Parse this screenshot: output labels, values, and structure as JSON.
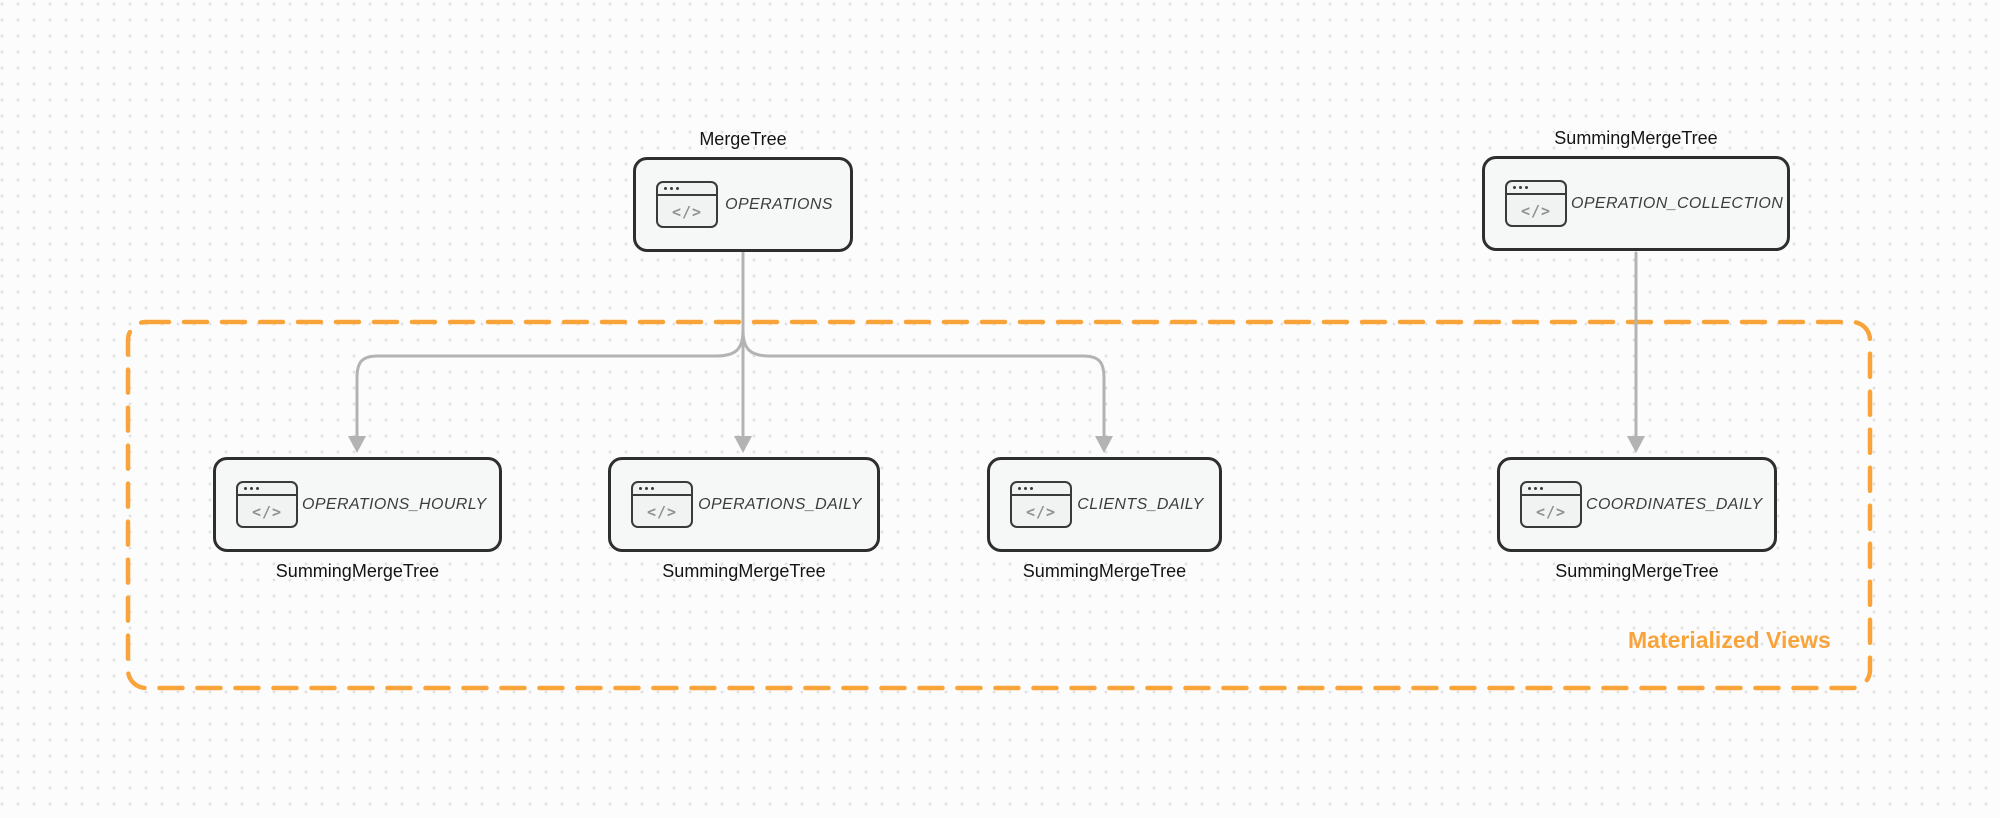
{
  "diagram": {
    "icon_glyph": "</>",
    "nodes": [
      {
        "id": "operations",
        "title": "OPERATIONS",
        "engine": "MergeTree",
        "engine_position": "above"
      },
      {
        "id": "operation_collection",
        "title": "OPERATION_COLLECTION",
        "engine": "SummingMergeTree",
        "engine_position": "above"
      },
      {
        "id": "operations_hourly",
        "title": "OPERATIONS_HOURLY",
        "engine": "SummingMergeTree",
        "engine_position": "below"
      },
      {
        "id": "operations_daily",
        "title": "OPERATIONS_DAILY",
        "engine": "SummingMergeTree",
        "engine_position": "below"
      },
      {
        "id": "clients_daily",
        "title": "CLIENTS_DAILY",
        "engine": "SummingMergeTree",
        "engine_position": "below"
      },
      {
        "id": "coordinates_daily",
        "title": "COORDINATES_DAILY",
        "engine": "SummingMergeTree",
        "engine_position": "below"
      }
    ],
    "edges": [
      {
        "from": "operations",
        "to": "operations_hourly"
      },
      {
        "from": "operations",
        "to": "operations_daily"
      },
      {
        "from": "operations",
        "to": "clients_daily"
      },
      {
        "from": "operation_collection",
        "to": "coordinates_daily"
      }
    ],
    "group": {
      "label": "Materialized Views"
    },
    "colors": {
      "group_border": "#F9A43B",
      "group_label": "#F9A43B",
      "arrow": "#B3B3B3",
      "node_border": "#2E2E2E",
      "node_fill": "#F6F8F8",
      "background": "#FCFCFC",
      "dot_grid": "#E2E2E2"
    }
  }
}
